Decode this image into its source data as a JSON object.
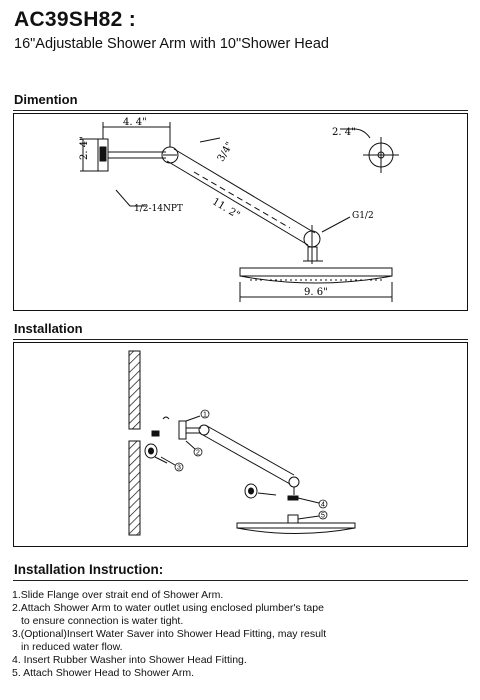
{
  "header": {
    "model": "AC39SH82 :",
    "title": "16\"Adjustable Shower Arm with 10\"Shower Head"
  },
  "dimension": {
    "heading": "Dimention",
    "labels": {
      "flange_width": "4. 4\"",
      "flange_height": "2. 4\"",
      "head_thickness": "3/4\"",
      "arm_length": "11. 2\"",
      "thread_inlet": "1/2-14NPT",
      "thread_outlet": "G1/2",
      "head_diameter": "9. 6\"",
      "flange_diameter": "2. 4\""
    }
  },
  "installation": {
    "heading": "Installation",
    "callouts": [
      "1",
      "2",
      "3",
      "4",
      "5"
    ]
  },
  "instructions": {
    "heading": "Installation  Instruction:",
    "steps": [
      "1.Slide Flange over strait end of Shower Arm.",
      "2.Attach Shower Arm to water outlet using enclosed plumber's tape",
      "to ensure connection is water tight.",
      "3.(Optional)Insert Water Saver into Shower Head Fitting, may result",
      "in reduced water flow.",
      "4. Insert Rubber Washer into Shower Head Fitting.",
      "5. Attach Shower Head to Shower Arm."
    ]
  }
}
